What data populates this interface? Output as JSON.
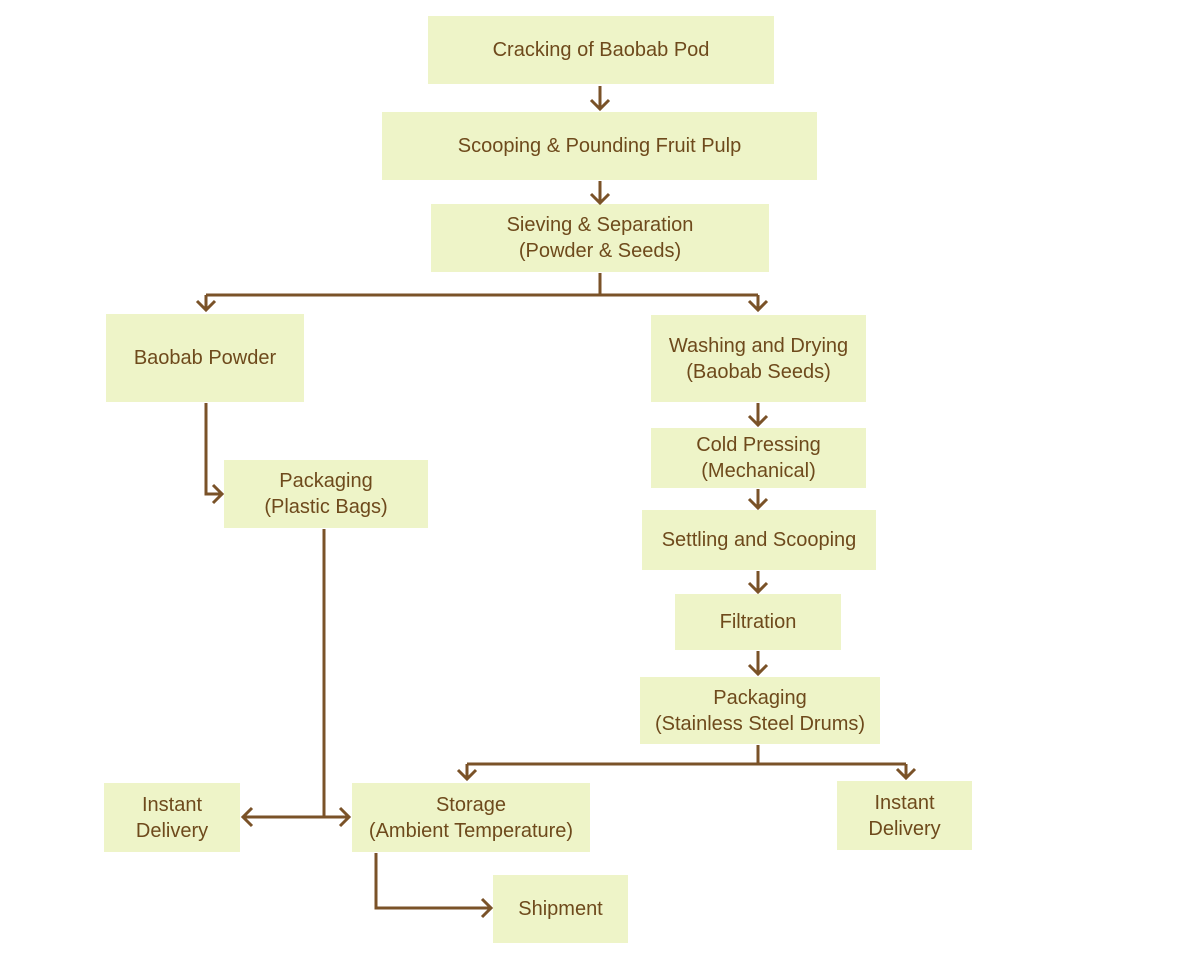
{
  "nodes": {
    "cracking": {
      "lines": [
        "Cracking of Baobab Pod"
      ]
    },
    "scooping_pounding": {
      "lines": [
        "Scooping & Pounding Fruit Pulp"
      ]
    },
    "sieving": {
      "lines": [
        "Sieving & Separation",
        "(Powder & Seeds)"
      ]
    },
    "baobab_powder": {
      "lines": [
        "Baobab Powder"
      ]
    },
    "washing_drying": {
      "lines": [
        "Washing and Drying",
        "(Baobab Seeds)"
      ]
    },
    "cold_pressing": {
      "lines": [
        "Cold Pressing",
        "(Mechanical)"
      ]
    },
    "packaging_plastic": {
      "lines": [
        "Packaging",
        "(Plastic Bags)"
      ]
    },
    "settling": {
      "lines": [
        "Settling and Scooping"
      ]
    },
    "filtration": {
      "lines": [
        "Filtration"
      ]
    },
    "packaging_drums": {
      "lines": [
        "Packaging",
        "(Stainless Steel Drums)"
      ]
    },
    "instant_delivery_left": {
      "lines": [
        "Instant",
        "Delivery"
      ]
    },
    "storage": {
      "lines": [
        "Storage",
        "(Ambient Temperature)"
      ]
    },
    "instant_delivery_right": {
      "lines": [
        "Instant",
        "Delivery"
      ]
    },
    "shipment": {
      "lines": [
        "Shipment"
      ]
    }
  },
  "colors": {
    "box_fill": "#eef4c8",
    "text": "#6e4a1c",
    "connector": "#7a5228"
  }
}
